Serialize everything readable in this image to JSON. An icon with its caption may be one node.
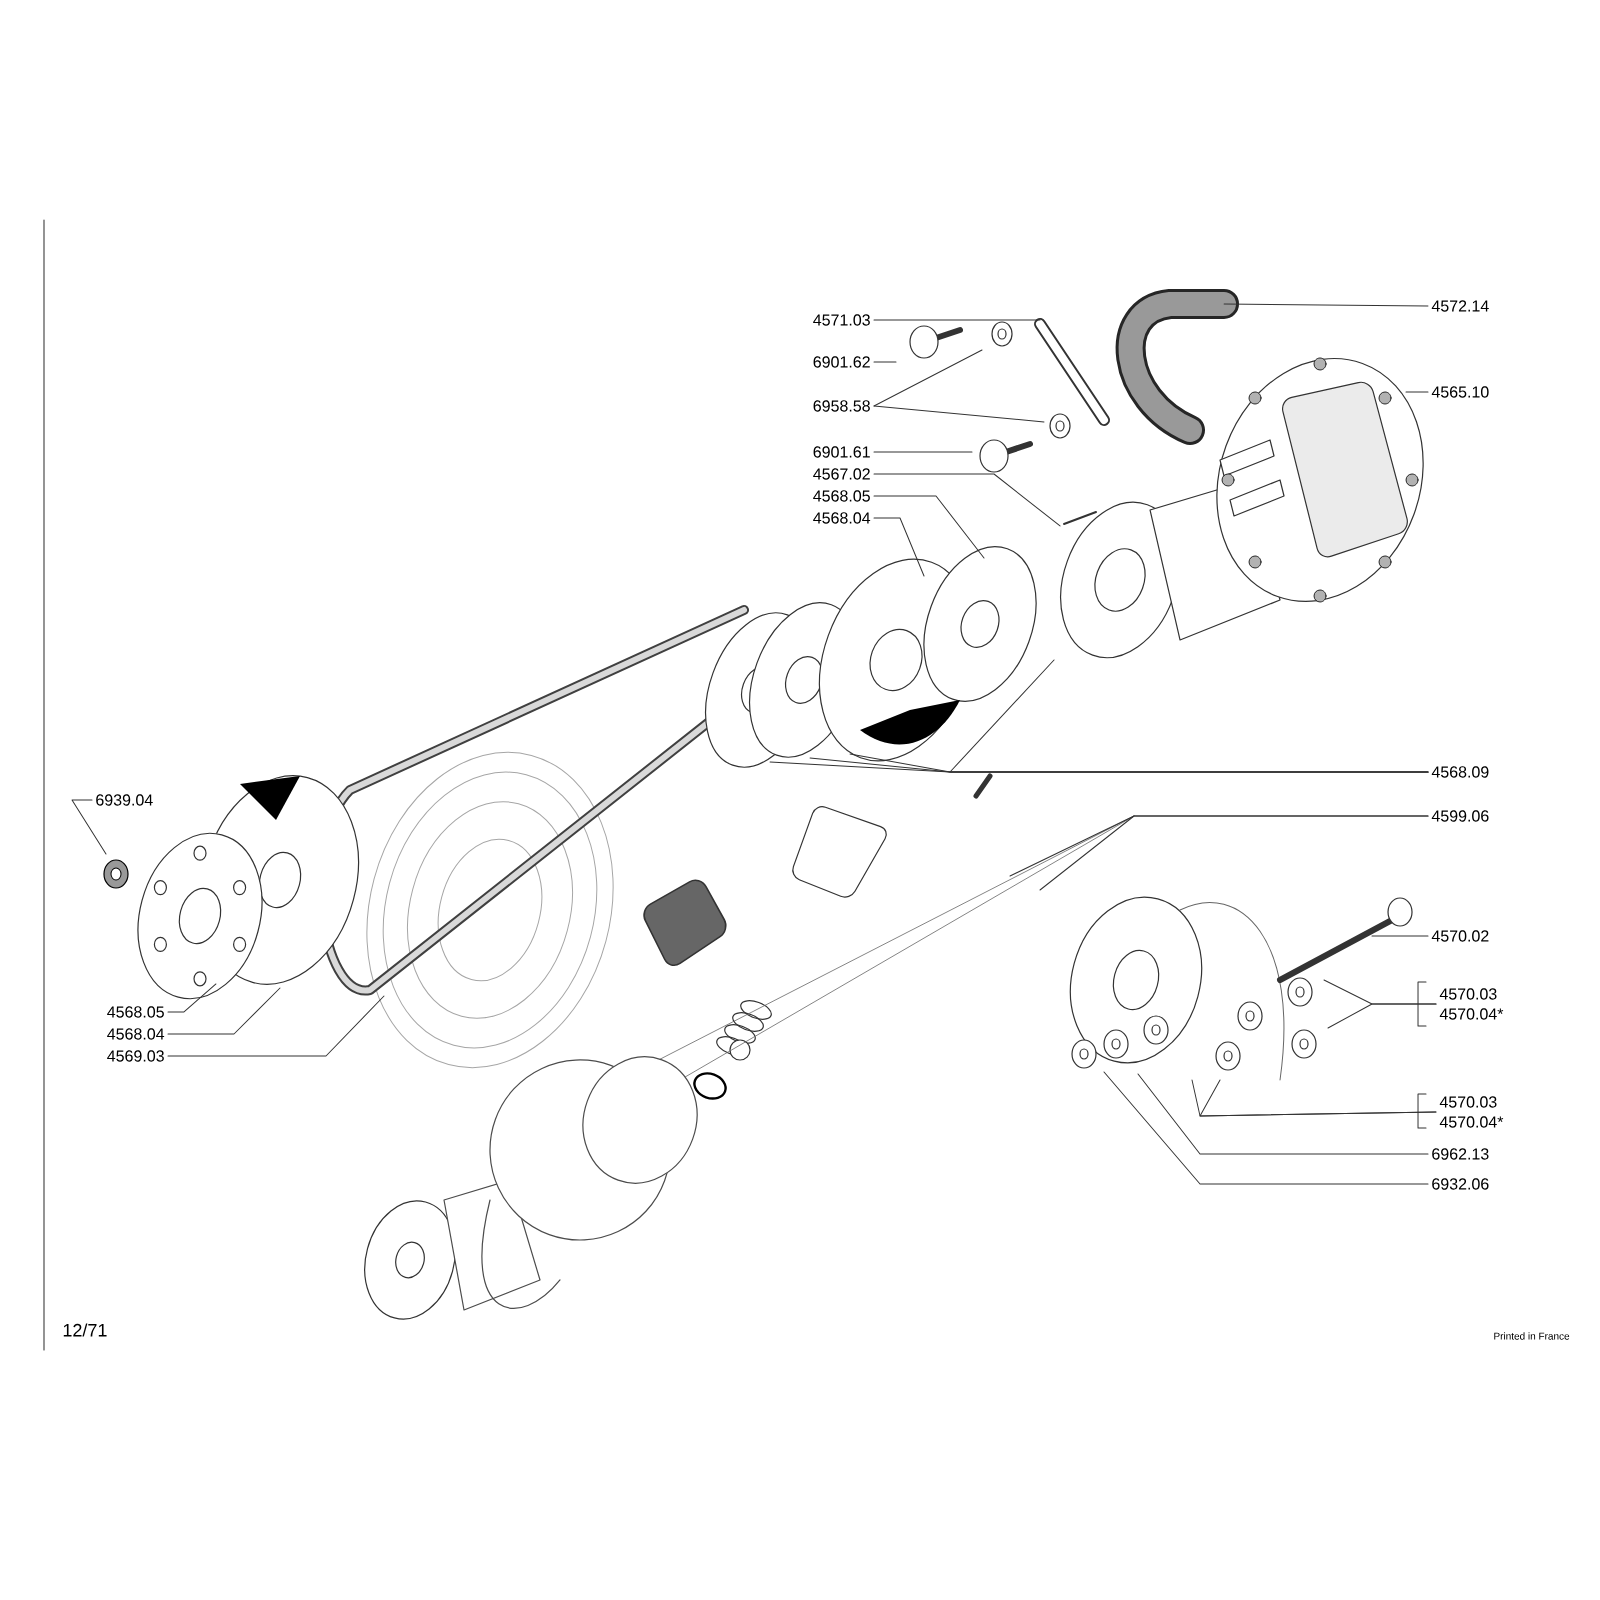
{
  "diagram": {
    "nodes": [
      {
        "text": [
          "4571.03"
        ]
      },
      {
        "text": [
          "4572.14"
        ]
      },
      {
        "text": [
          "6901.62"
        ]
      },
      {
        "text": [
          "4565.10"
        ]
      },
      {
        "text": [
          "6958.58"
        ]
      },
      {
        "text": [
          "6901.61"
        ]
      },
      {
        "text": [
          "4567.02"
        ]
      },
      {
        "text": [
          "4568.05"
        ]
      },
      {
        "text": [
          "4568.04"
        ]
      },
      {
        "text": [
          "4568.09"
        ]
      },
      {
        "text": [
          "6939.04"
        ]
      },
      {
        "text": [
          "4599.06"
        ]
      },
      {
        "text": [
          "4570.02"
        ]
      },
      {
        "text": [
          "4570.03",
          "4570.04*"
        ]
      },
      {
        "text": [
          "4568.05"
        ]
      },
      {
        "text": [
          "4568.04"
        ]
      },
      {
        "text": [
          "4569.03"
        ]
      },
      {
        "text": [
          "4570.03",
          "4570.04*"
        ]
      },
      {
        "text": [
          "6962.13"
        ]
      },
      {
        "text": [
          "6932.06"
        ]
      }
    ],
    "edges": [
      {
        "from": 0,
        "to": null,
        "arrow": "none"
      },
      {
        "from": 1,
        "to": null,
        "arrow": "none"
      },
      {
        "from": 2,
        "to": null,
        "arrow": "none"
      },
      {
        "from": 3,
        "to": null,
        "arrow": "none"
      },
      {
        "from": 4,
        "to": null,
        "arrow": "none"
      },
      {
        "from": 4,
        "to": null,
        "arrow": "none"
      },
      {
        "from": 5,
        "to": null,
        "arrow": "none"
      },
      {
        "from": 6,
        "to": null,
        "arrow": "none"
      },
      {
        "from": 7,
        "to": null,
        "arrow": "none"
      },
      {
        "from": 8,
        "to": null,
        "arrow": "none"
      },
      {
        "from": 9,
        "to": null,
        "arrow": "none"
      },
      {
        "from": 9,
        "to": null,
        "arrow": "none"
      },
      {
        "from": 9,
        "to": null,
        "arrow": "none"
      },
      {
        "from": 9,
        "to": null,
        "arrow": "none"
      },
      {
        "from": 10,
        "to": null,
        "arrow": "none"
      },
      {
        "from": 11,
        "to": null,
        "arrow": "none"
      },
      {
        "from": 11,
        "to": null,
        "arrow": "none"
      },
      {
        "from": 12,
        "to": null,
        "arrow": "none"
      },
      {
        "from": 13,
        "to": null,
        "arrow": "none"
      },
      {
        "from": 13,
        "to": null,
        "arrow": "none"
      },
      {
        "from": 14,
        "to": null,
        "arrow": "none"
      },
      {
        "from": 15,
        "to": null,
        "arrow": "none"
      },
      {
        "from": 16,
        "to": null,
        "arrow": "none"
      },
      {
        "from": 17,
        "to": null,
        "arrow": "none"
      },
      {
        "from": 17,
        "to": null,
        "arrow": "none"
      },
      {
        "from": 18,
        "to": null,
        "arrow": "none"
      },
      {
        "from": 19,
        "to": null,
        "arrow": "none"
      }
    ],
    "labels": [
      "12/71",
      "Printed in France"
    ]
  }
}
